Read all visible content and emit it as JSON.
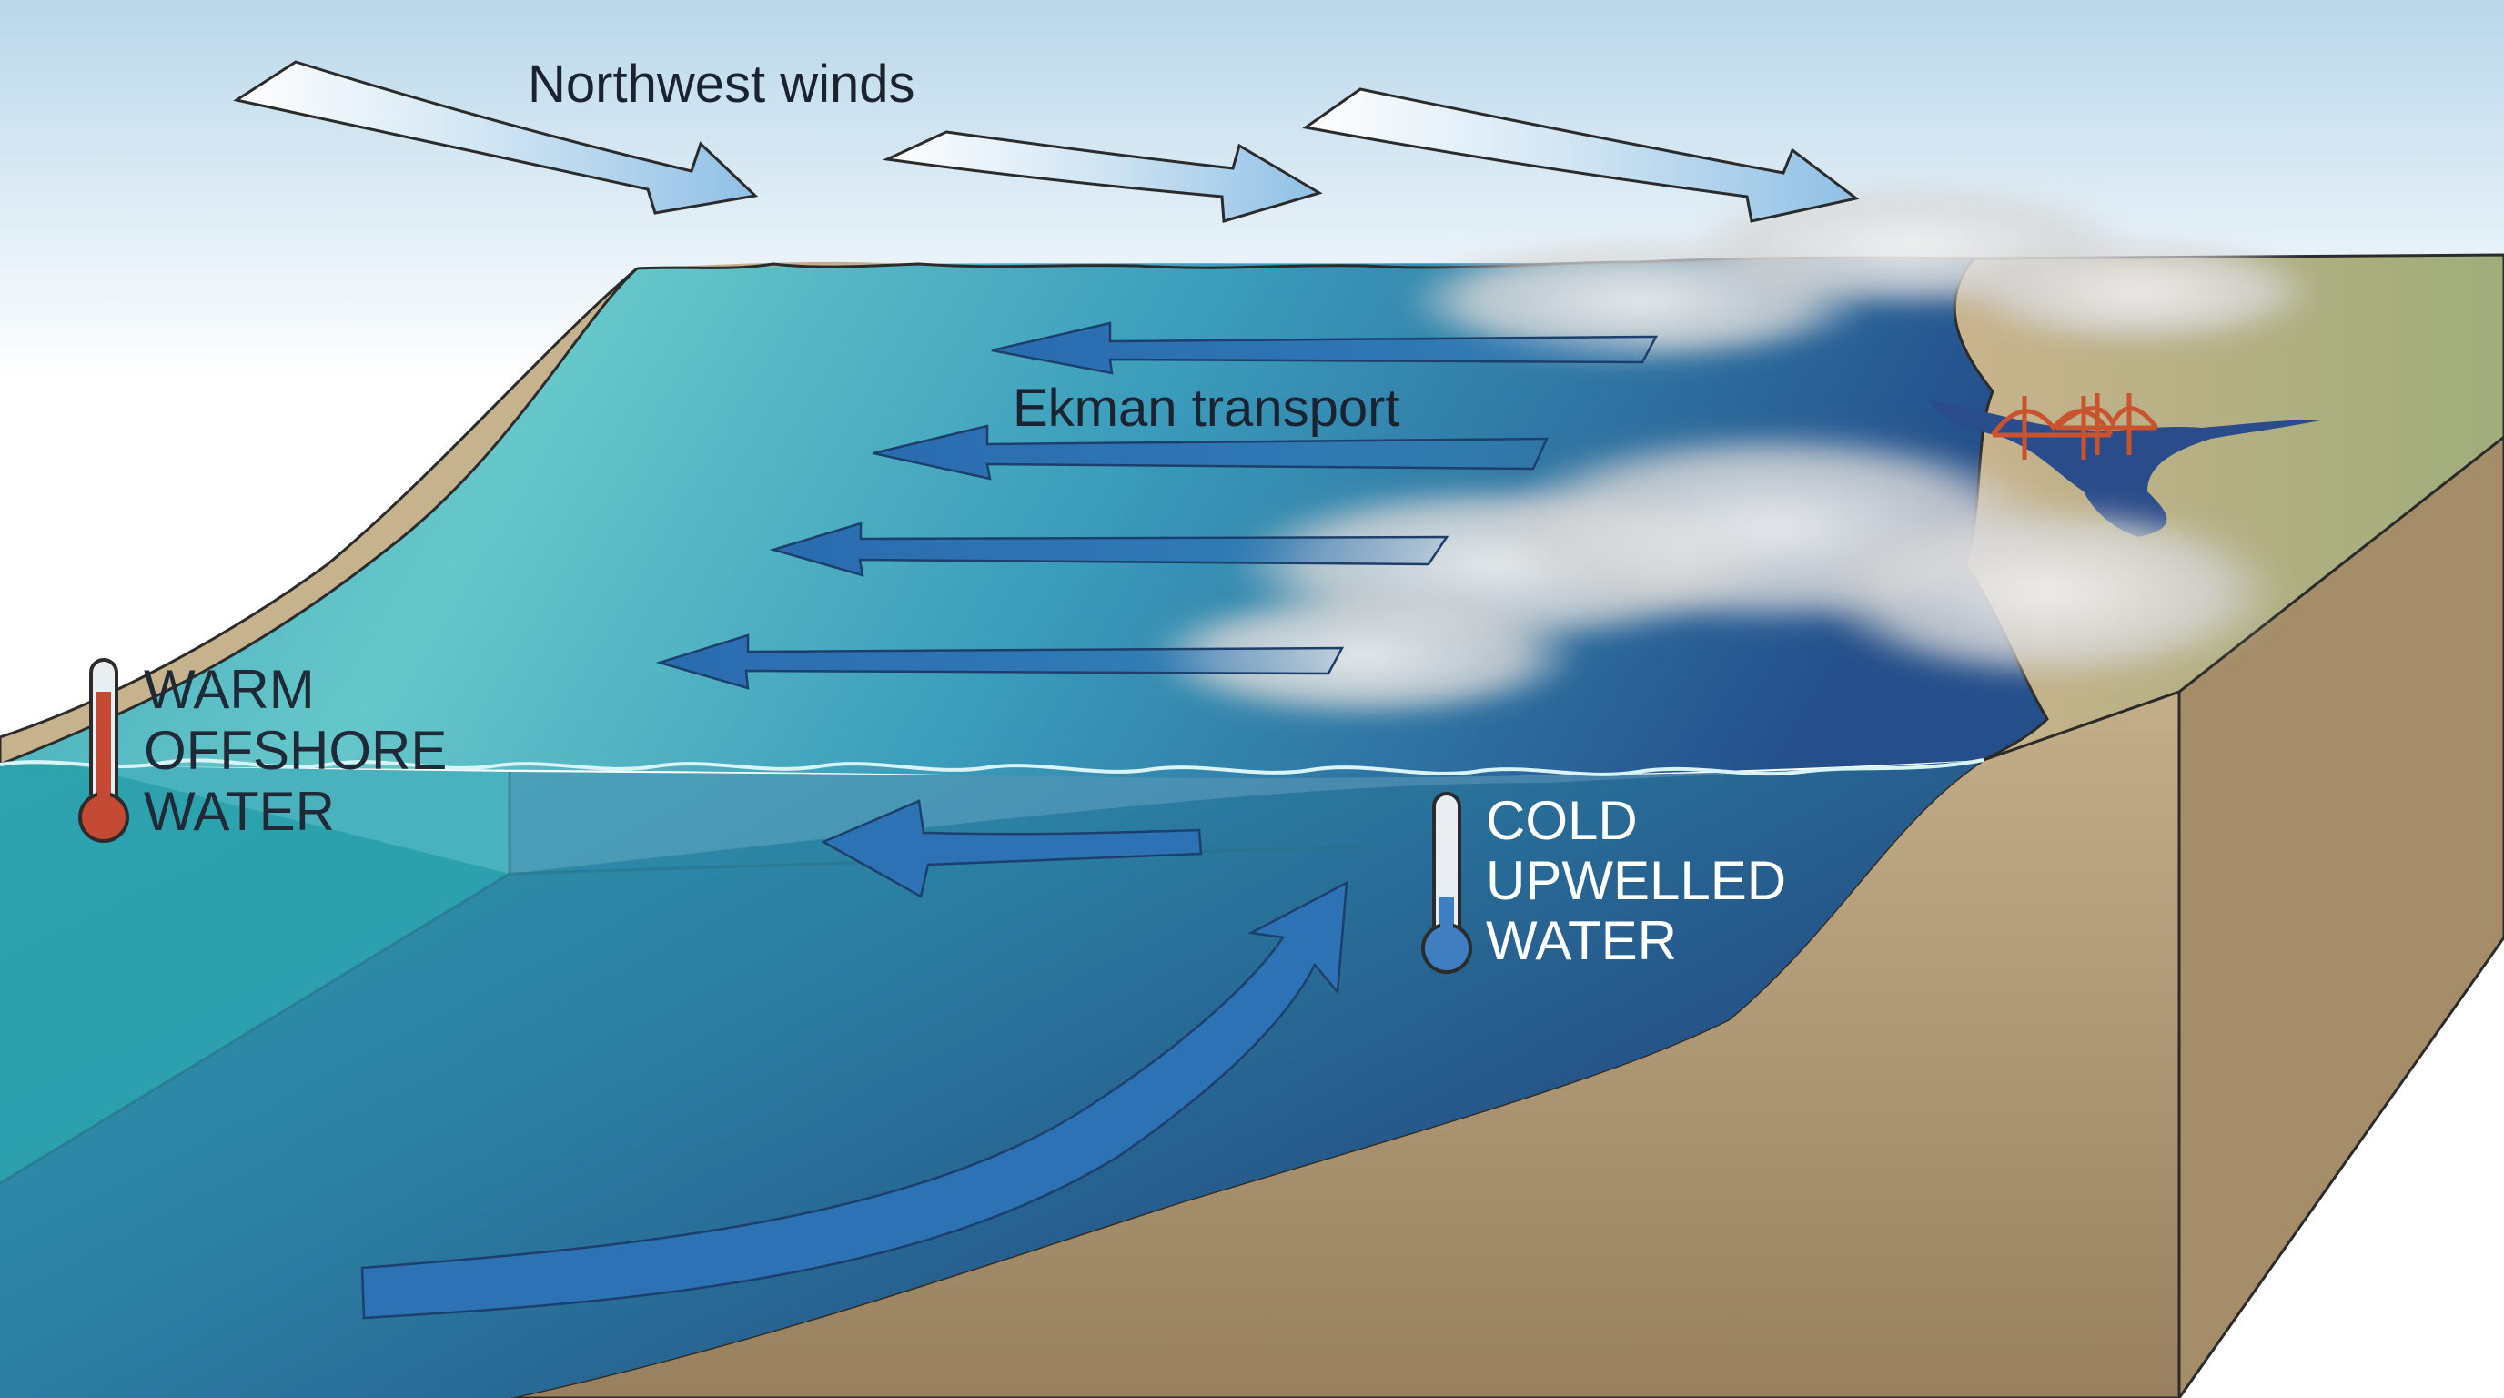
{
  "labels": {
    "winds": "Northwest winds",
    "ekman": "Ekman transport",
    "warm": [
      "WARM",
      "OFFSHORE",
      "WATER"
    ],
    "cold": [
      "COLD",
      "UPWELLED",
      "WATER"
    ]
  },
  "colors": {
    "sky_top": "#b9d7ea",
    "ocean_surface": "#5fc2c7",
    "ocean_deep": "#233f79",
    "land": "#c3ae8a",
    "land_side": "#a8906c",
    "arrow": "#2d72b4",
    "wind_arrow": "#a6cdea",
    "warm_thermometer": "#c44a33",
    "cold_thermometer": "#3f7fc1"
  },
  "icons": {
    "warm": "thermometer-warm-icon",
    "cold": "thermometer-cold-icon",
    "bridge": "golden-gate-bridge-icon"
  }
}
